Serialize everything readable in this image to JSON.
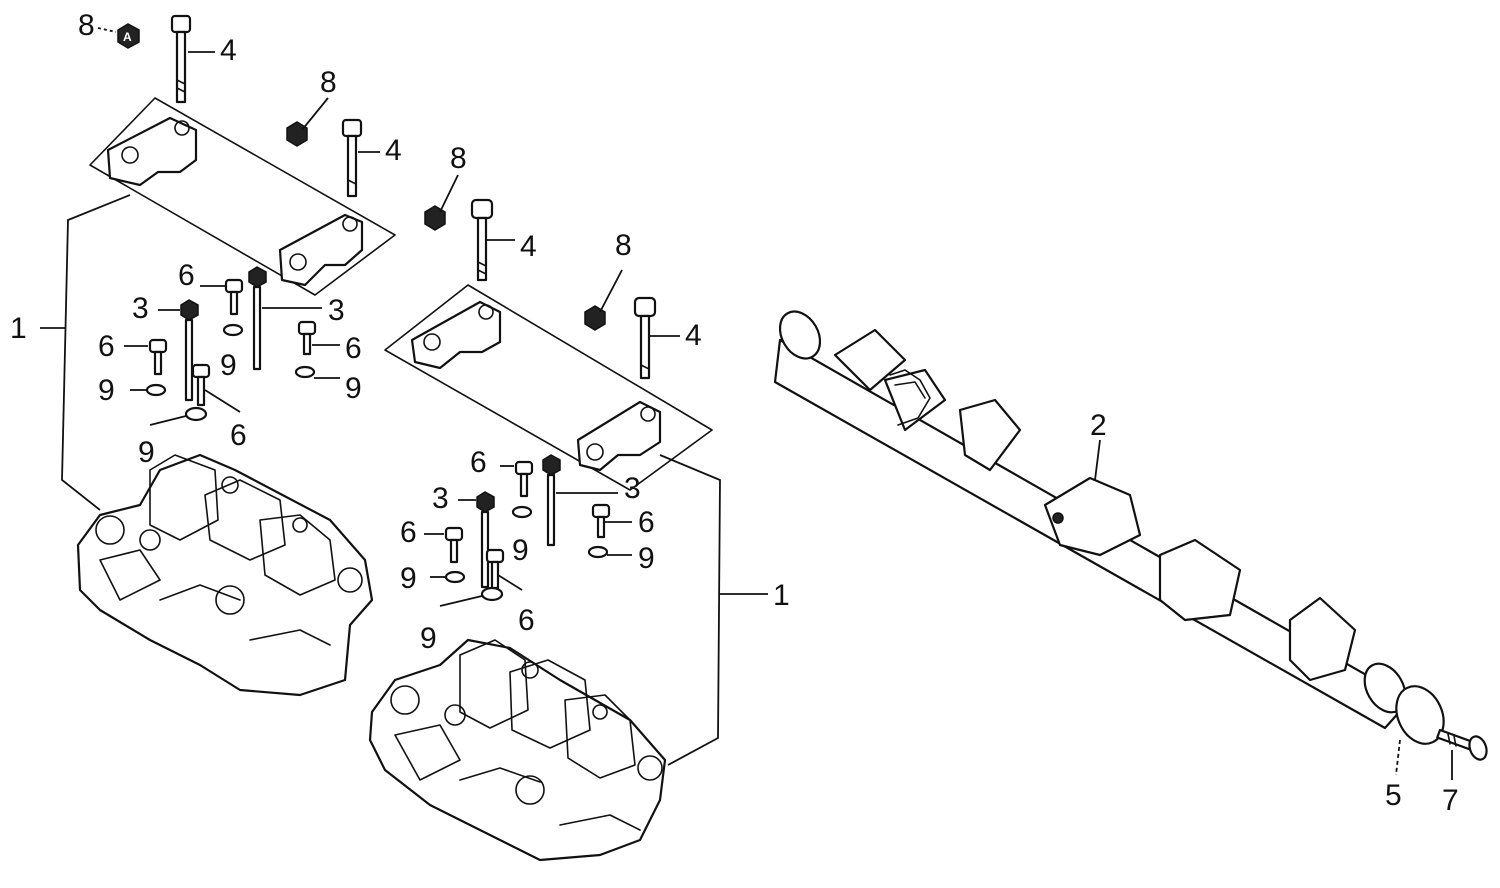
{
  "callouts": {
    "c1": "1",
    "c2": "2",
    "c3": "3",
    "c4": "4",
    "c5": "5",
    "c6": "6",
    "c7": "7",
    "c8": "8",
    "c9": "9"
  },
  "nut_symbol": "A",
  "colors": {
    "line": "#111111",
    "background": "#ffffff"
  }
}
